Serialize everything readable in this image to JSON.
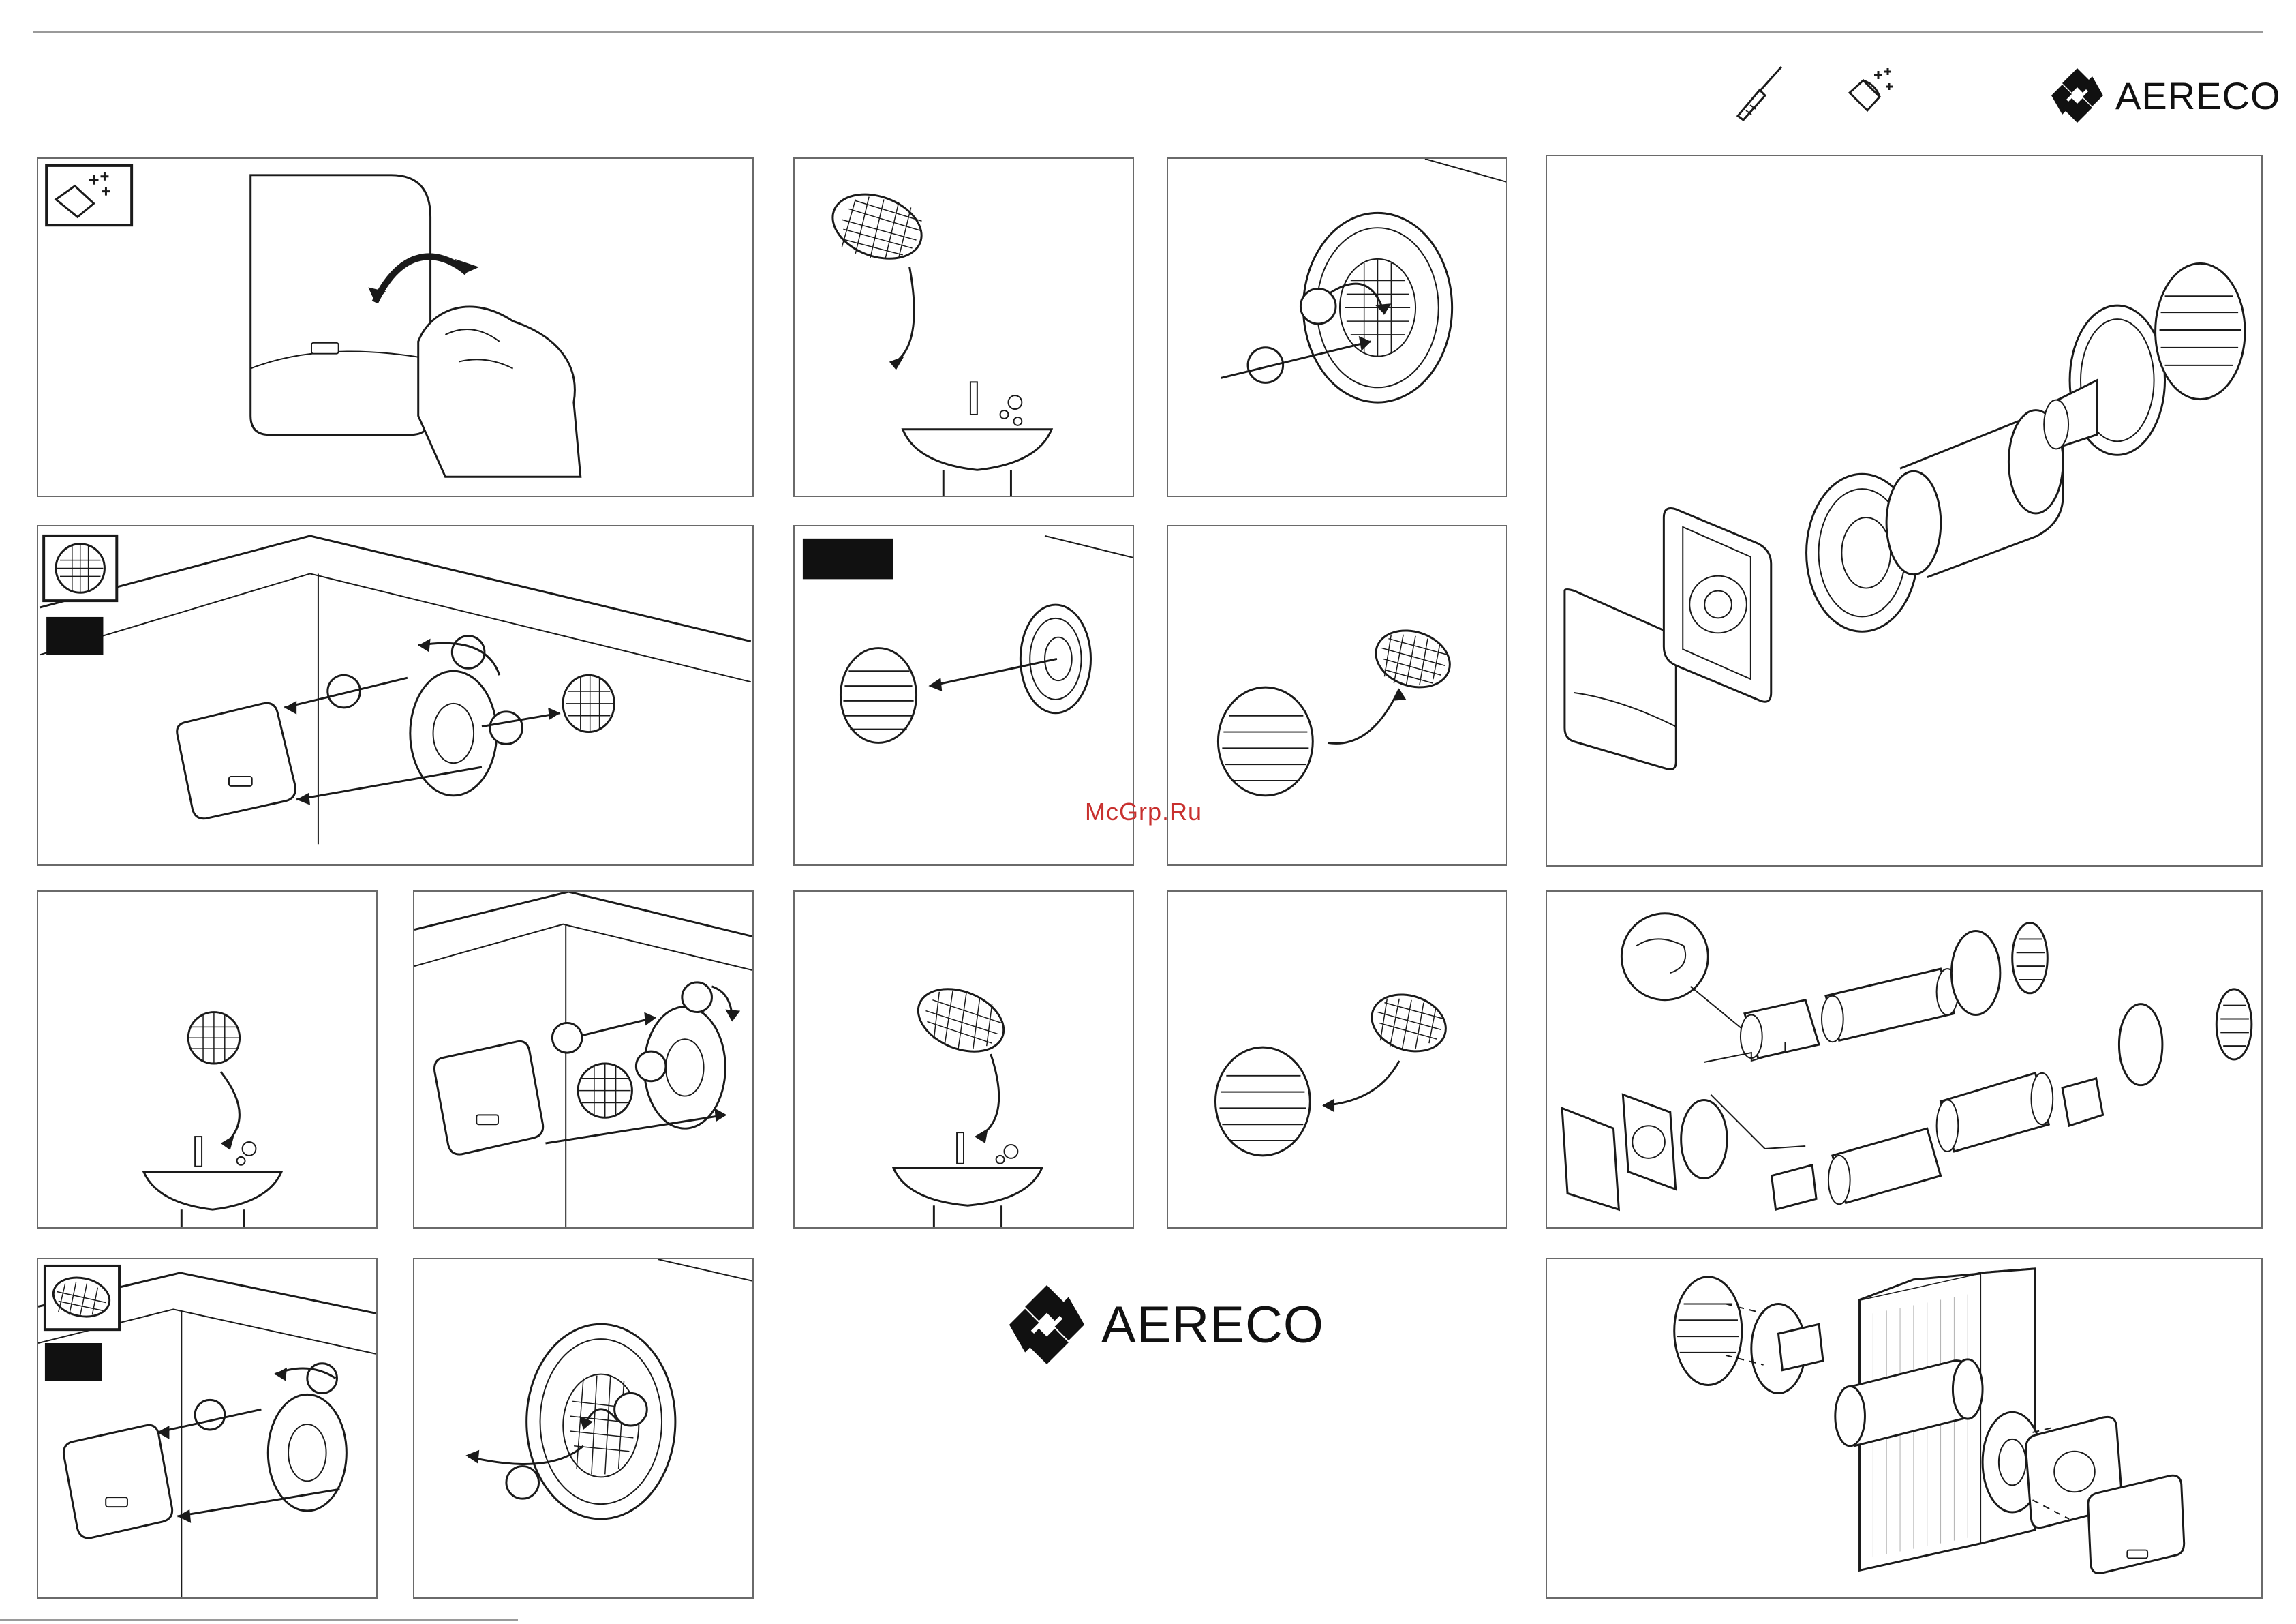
{
  "brand": {
    "name": "AERECO",
    "watermark": "McGrp.Ru"
  },
  "header": {
    "tools": [
      "screwdriver-icon",
      "clean-cloth-icon"
    ]
  },
  "steps": [
    {
      "id": "wipe-casing",
      "icon": "clean-cloth-icon"
    },
    {
      "id": "wash-filter-sink"
    },
    {
      "id": "refit-filter-rotate"
    },
    {
      "id": "dismantle-unit-with-filter",
      "icon": "filter-round-icon"
    },
    {
      "id": "remove-outer-grille"
    },
    {
      "id": "grille-filter"
    },
    {
      "id": "wash-round-filter-sink"
    },
    {
      "id": "reassemble-unit"
    },
    {
      "id": "wash-grille-filter-sink"
    },
    {
      "id": "grille-filter-back"
    },
    {
      "id": "dismantle-unit-oval-filter",
      "icon": "filter-oval-icon"
    },
    {
      "id": "remove-oval-filter"
    }
  ],
  "diagrams": [
    {
      "id": "exploded-view-straight"
    },
    {
      "id": "exploded-view-duct-extension"
    },
    {
      "id": "exploded-view-through-wall"
    }
  ],
  "colors": {
    "line": "#1a1a1a",
    "frame": "#6a6a6a",
    "watermark": "#c8302e"
  }
}
